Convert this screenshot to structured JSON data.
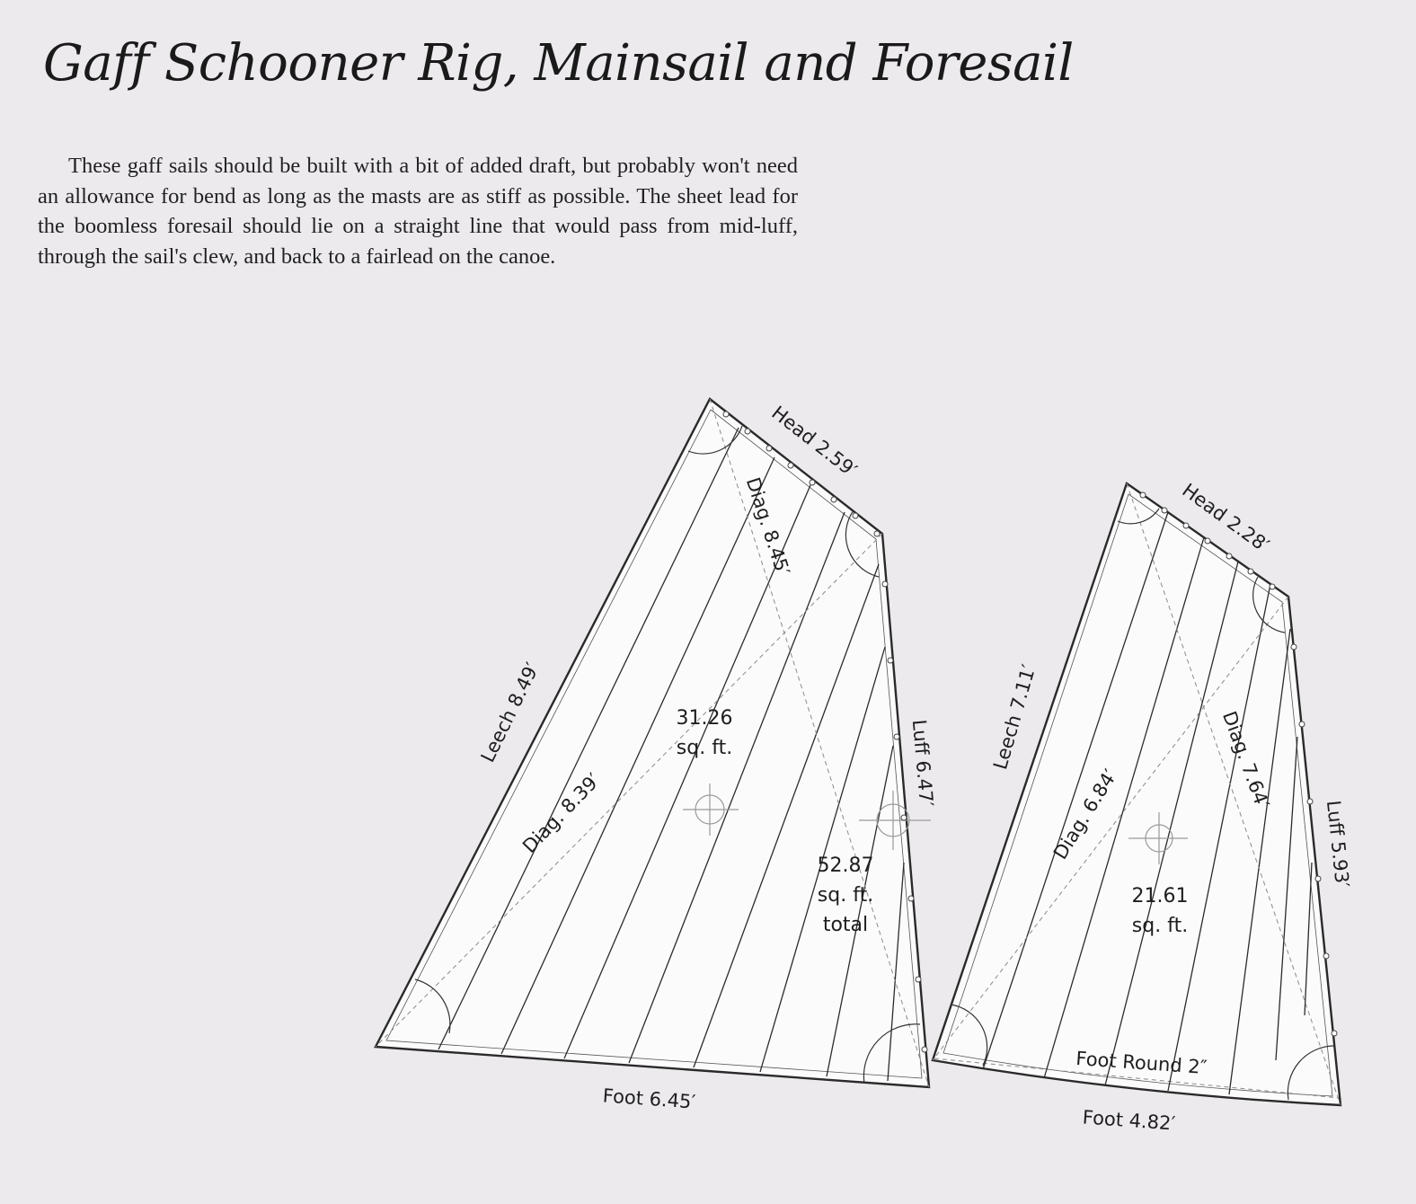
{
  "page": {
    "title": "Gaff Schooner Rig, Mainsail and Foresail",
    "intro": "These gaff sails should be built with a bit of added draft, but probably won't need an allowance for bend as long as the masts are as stiff as possible. The sheet lead for the boomless foresail should lie on a straight line that would pass from mid-luff, through the sail's clew, and back to a fairlead on the canoe."
  },
  "sails": {
    "mainsail": {
      "head": "Head 2.59′",
      "leech": "Leech 8.49′",
      "luff": "Luff 6.47′",
      "foot": "Foot 6.45′",
      "diag_a": "Diag. 8.45′",
      "diag_b": "Diag. 8.39′",
      "area_value": "31.26",
      "area_unit": "sq. ft."
    },
    "total": {
      "value": "52.87",
      "unit": "sq. ft.",
      "label": "total"
    },
    "foresail": {
      "head": "Head 2.28′",
      "leech": "Leech 7.11′",
      "luff": "Luff 5.93′",
      "foot": "Foot 4.82′",
      "foot_round": "Foot Round 2″",
      "diag_a": "Diag. 7.64′",
      "diag_b": "Diag. 6.84′",
      "area_value": "21.61",
      "area_unit": "sq. ft."
    }
  }
}
